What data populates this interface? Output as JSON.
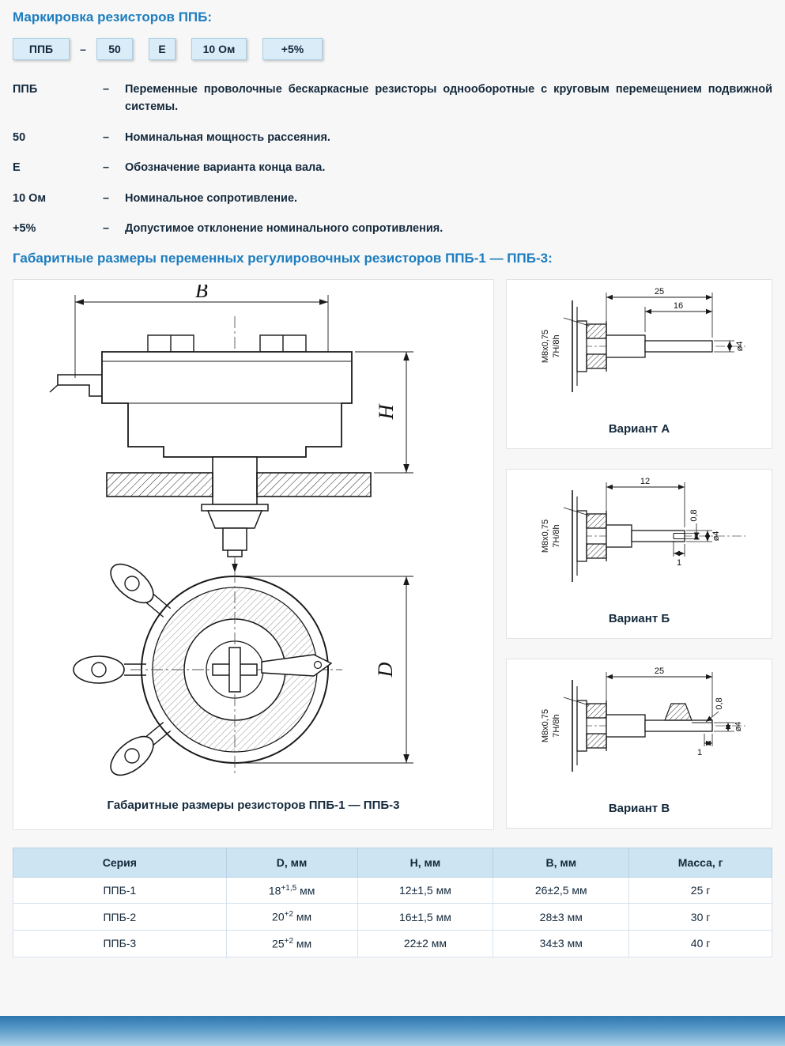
{
  "headings": {
    "marking": "Маркировка резисторов ППБ:",
    "dimensions": "Габаритные размеры переменных регулировочных резисторов ППБ-1 — ППБ-3:"
  },
  "marking": {
    "box1": "ППБ",
    "dash": "–",
    "box2": "50",
    "box3": "Е",
    "box4": "10 Ом",
    "box5": "+5%"
  },
  "definitions": [
    {
      "term": "ППБ",
      "dash": "–",
      "text": "Переменные проволочные бескаркасные резисторы однооборотные с круговым перемещением подвижной системы."
    },
    {
      "term": "50",
      "dash": "–",
      "text": "Номинальная мощность рассеяния."
    },
    {
      "term": "Е",
      "dash": "–",
      "text": "Обозначение варианта конца вала."
    },
    {
      "term": "10 Ом",
      "dash": "–",
      "text": "Номинальное сопротивление."
    },
    {
      "term": "+5%",
      "dash": "–",
      "text": "Допустимое отклонение номинального сопротивления."
    }
  ],
  "main_figure": {
    "caption": "Габаритные размеры резисторов ППБ-1 — ППБ-3",
    "labels": {
      "B": "B",
      "H": "H",
      "D": "D"
    }
  },
  "variant_a": {
    "caption": "Вариант А",
    "labels": {
      "len": "25",
      "len2": "16",
      "thread": "M8x0,75",
      "fit": "7H/8h",
      "dia": "ø4"
    }
  },
  "variant_b": {
    "caption": "Вариант Б",
    "labels": {
      "len": "12",
      "thread": "M8x0,75",
      "fit": "7H/8h",
      "dia": "ø4",
      "slot_w": "0,8",
      "slot_d": "1"
    }
  },
  "variant_v": {
    "caption": "Вариант В",
    "labels": {
      "len": "25",
      "thread": "M8x0,75",
      "fit": "7H/8h",
      "dia": "ø4",
      "flat": "0,8",
      "flat_l": "1"
    }
  },
  "table": {
    "headers": [
      "Серия",
      "D, мм",
      "H, мм",
      "B, мм",
      "Масса, г"
    ],
    "rows": [
      {
        "series": "ППБ-1",
        "d_base": "18",
        "d_sup": "+1,5",
        "d_unit": " мм",
        "h": "12±1,5 мм",
        "b": "26±2,5 мм",
        "mass": "25 г"
      },
      {
        "series": "ППБ-2",
        "d_base": "20",
        "d_sup": "+2",
        "d_unit": " мм",
        "h": "16±1,5 мм",
        "b": "28±3 мм",
        "mass": "30 г"
      },
      {
        "series": "ППБ-3",
        "d_base": "25",
        "d_sup": "+2",
        "d_unit": " мм",
        "h": "22±2 мм",
        "b": "34±3 мм",
        "mass": "40 г"
      }
    ]
  },
  "colors": {
    "accent": "#1c7dbf",
    "text": "#14293c",
    "chip_bg": "#d9ecf8",
    "chip_border": "#a9cfe3",
    "table_header_bg": "#cde4f2",
    "footer_blue": "#2e76b0"
  }
}
